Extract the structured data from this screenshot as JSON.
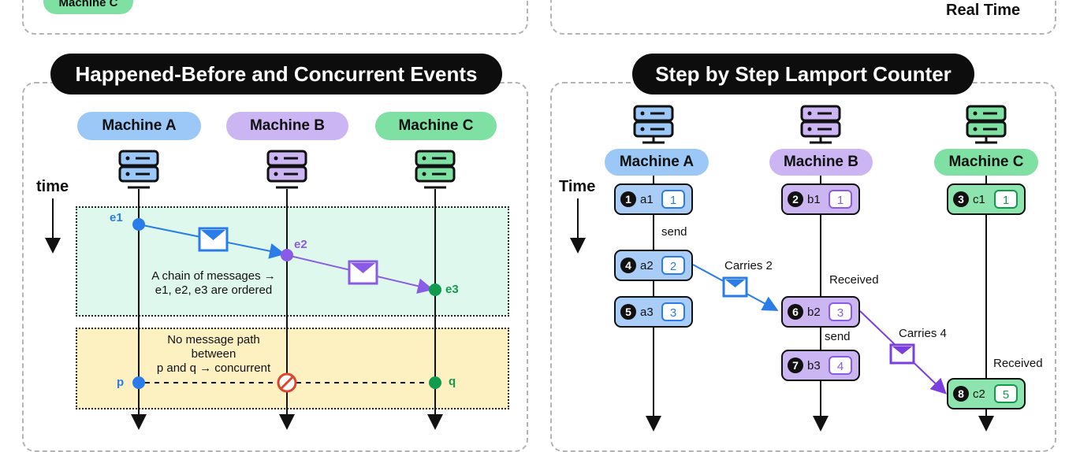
{
  "top_fragment": {
    "machine_c_label": "Machine C",
    "real_time_label": "Real Time"
  },
  "left_panel": {
    "title": "Happened-Before and Concurrent Events",
    "machines": [
      "Machine A",
      "Machine B",
      "Machine C"
    ],
    "time_label": "time",
    "events": {
      "e1": "e1",
      "e2": "e2",
      "e3": "e3",
      "p": "p",
      "q": "q"
    },
    "chain_caption_line1": "A chain of messages →",
    "chain_caption_line2": "e1, e2, e3 are ordered",
    "concurrent_caption_line1": "No message path",
    "concurrent_caption_line2": "between",
    "concurrent_caption_line3": "p and q → concurrent",
    "colors": {
      "zone_ordered": "#dff8ee",
      "zone_concurrent": "#fdf1c2",
      "a": "#2a7de8",
      "b": "#8a5be6",
      "c": "#119b4c"
    },
    "icons": [
      "server-icon",
      "envelope-icon",
      "prohibited-icon"
    ]
  },
  "right_panel": {
    "title": "Step by Step Lamport Counter",
    "machines": [
      "Machine A",
      "Machine B",
      "Machine C"
    ],
    "time_label": "Time",
    "events": [
      {
        "step": "1",
        "name": "a1",
        "counter": "1"
      },
      {
        "step": "4",
        "name": "a2",
        "counter": "2"
      },
      {
        "step": "5",
        "name": "a3",
        "counter": "3"
      },
      {
        "step": "2",
        "name": "b1",
        "counter": "1"
      },
      {
        "step": "6",
        "name": "b2",
        "counter": "3"
      },
      {
        "step": "7",
        "name": "b3",
        "counter": "4"
      },
      {
        "step": "3",
        "name": "c1",
        "counter": "1"
      },
      {
        "step": "8",
        "name": "c2",
        "counter": "5"
      }
    ],
    "annotations": {
      "send_a": "send",
      "carries_2": "Carries 2",
      "received_b": "Received",
      "send_b": "send",
      "carries_4": "Carries 4",
      "received_c": "Received"
    }
  }
}
